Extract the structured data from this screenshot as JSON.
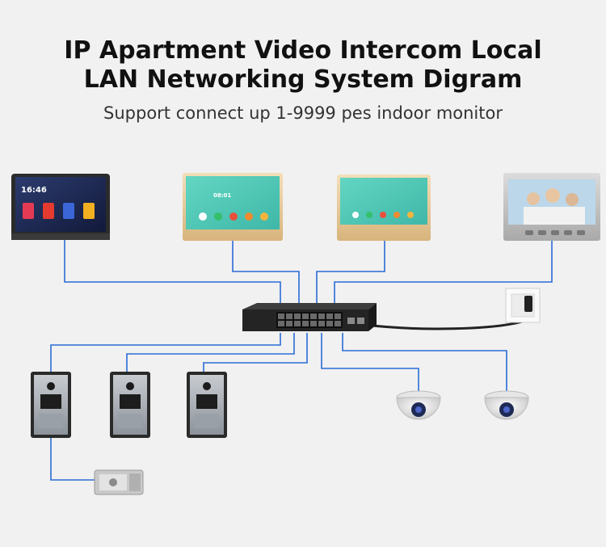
{
  "title": {
    "line1": "IP Apartment Video Intercom Local",
    "line2": "LAN Networking System Digram"
  },
  "subtitle": "Support connect up 1-9999 pes indoor monitor",
  "monitor1": {
    "time": "16:46"
  },
  "monitor2": {
    "time": "08:01"
  },
  "colors": {
    "wire": "#2b6cd6",
    "background": "#f1f1f1"
  }
}
